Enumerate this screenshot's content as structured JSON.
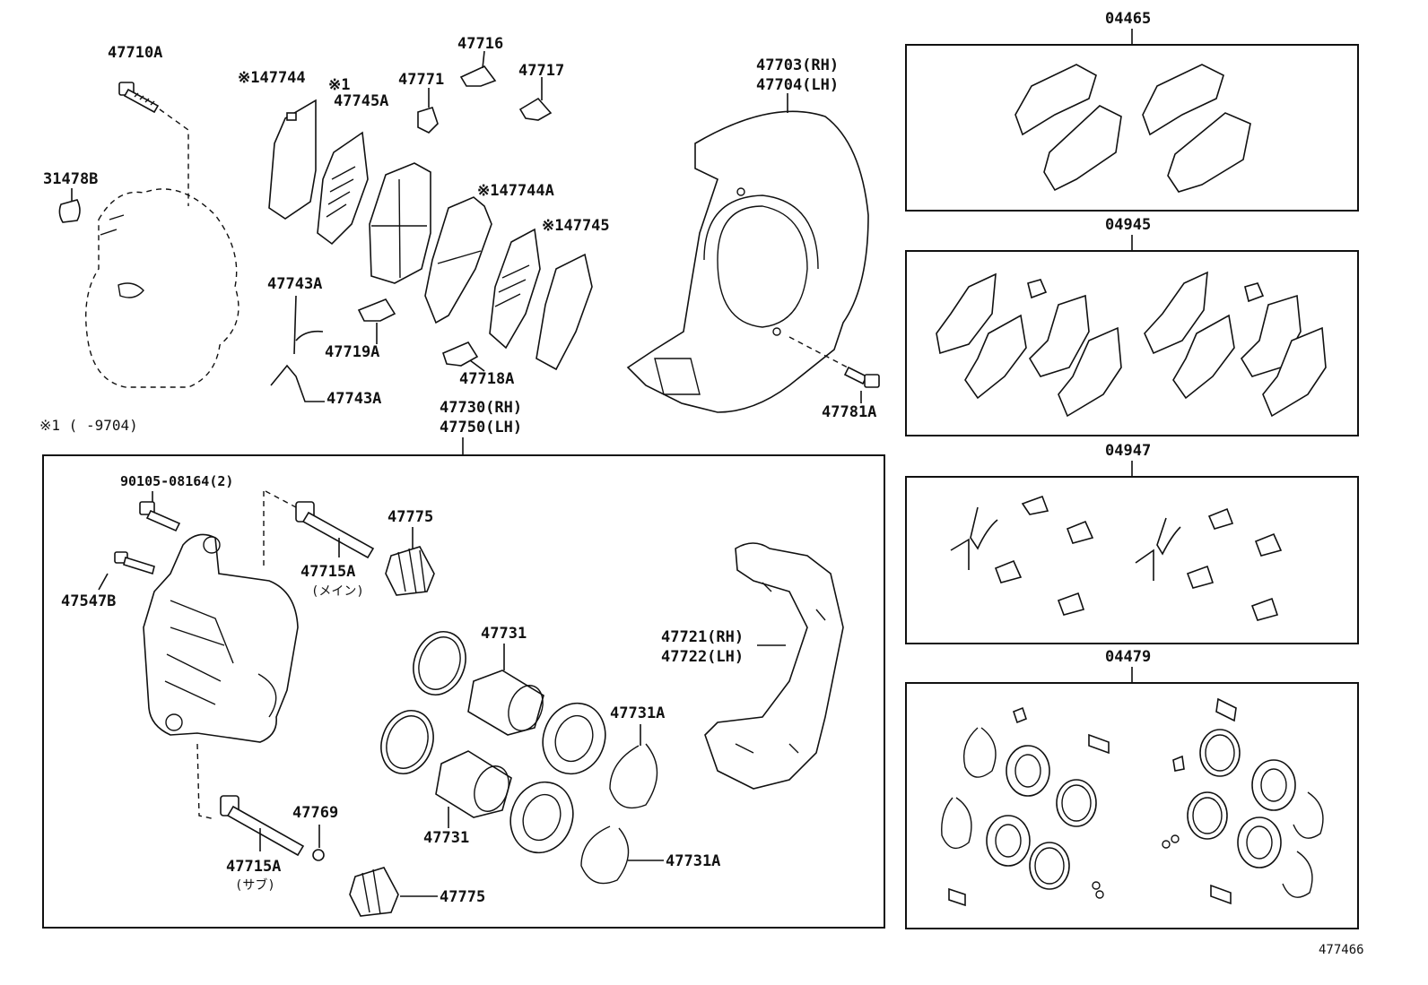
{
  "labels": {
    "p47710A": "47710A",
    "p31478B": "31478B",
    "p147744": "※147744",
    "p1mark": "※1",
    "p47745A": "47745A",
    "p47771": "47771",
    "p47716": "47716",
    "p47717": "47717",
    "p147744A": "※147744A",
    "p147745": "※147745",
    "p47743A_top": "47743A",
    "p47719A": "47719A",
    "p47718A": "47718A",
    "p47743A_bot": "47743A",
    "p47703": "47703(RH)",
    "p47704": "47704(LH)",
    "p47781A": "47781A",
    "note": "※1 (    -9704)",
    "p47730": "47730(RH)",
    "p47750": "47750(LH)",
    "p90105": "90105-08164(2)",
    "p47547B": "47547B",
    "p47715A_main": "47715A",
    "main_jp": "(メイン)",
    "p47775_top": "47775",
    "p47731_top": "47731",
    "p47731A_top": "47731A",
    "p47721": "47721(RH)",
    "p47722": "47722(LH)",
    "p47731_bot": "47731",
    "p47769": "47769",
    "p47715A_sub": "47715A",
    "sub_jp": "(サブ)",
    "p47775_bot": "47775",
    "p47731A_bot": "47731A",
    "kit04465": "04465",
    "kit04945": "04945",
    "kit04947": "04947",
    "kit04479": "04479",
    "ref": "477466"
  }
}
